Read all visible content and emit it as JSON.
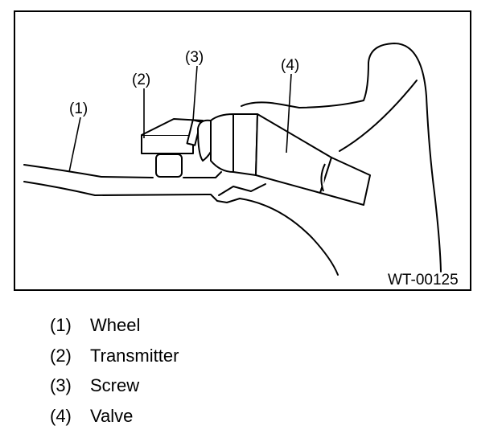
{
  "figure": {
    "code": "WT-00125",
    "callouts": [
      {
        "number": "(1)"
      },
      {
        "number": "(2)"
      },
      {
        "number": "(3)"
      },
      {
        "number": "(4)"
      }
    ]
  },
  "legend": [
    {
      "number": "(1)",
      "label": "Wheel"
    },
    {
      "number": "(2)",
      "label": "Transmitter"
    },
    {
      "number": "(3)",
      "label": "Screw"
    },
    {
      "number": "(4)",
      "label": "Valve"
    }
  ]
}
